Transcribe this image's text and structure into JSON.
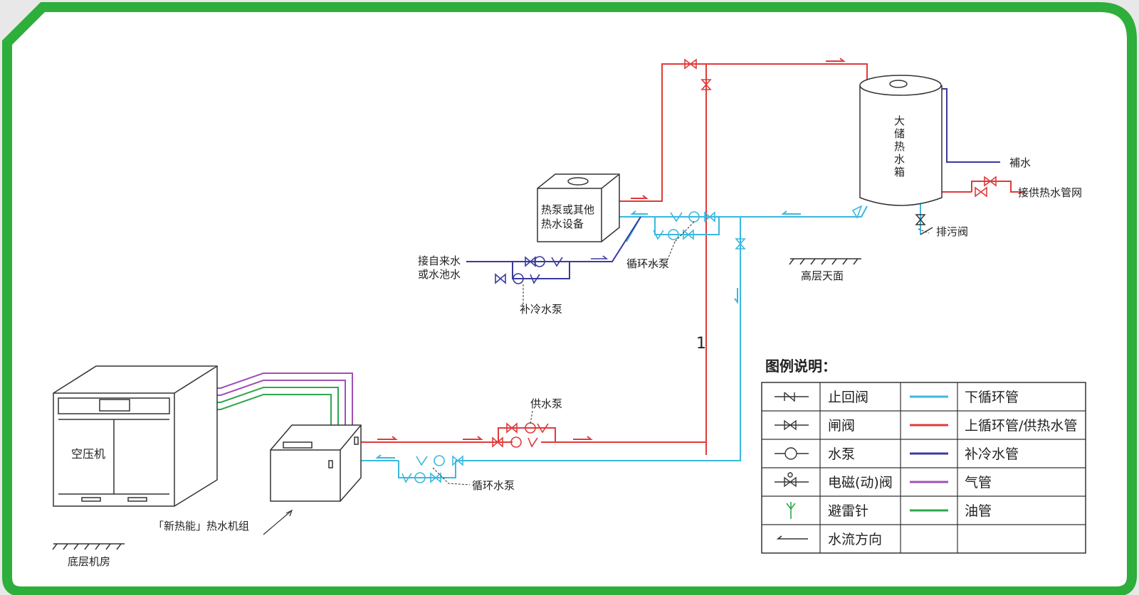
{
  "labels": {
    "heat_source": [
      "热泵或其他",
      "热水设备"
    ],
    "tank": [
      "大",
      "储",
      "热",
      "水",
      "箱"
    ],
    "tap_water": [
      "接自来水",
      "或水池水"
    ],
    "circ_pump_upper": "循环水泵",
    "makeup_pump": "补冷水泵",
    "roof": "高层天面",
    "refill": "補水",
    "supply_net": "接供热水管网",
    "drain_valve": "排污阀",
    "compressor": "空压机",
    "supply_pump": "供水泵",
    "circ_pump_lower": "循环水泵",
    "unit_name": "「新热能」热水机组",
    "basement": "底层机房",
    "water_dir_up": "1"
  },
  "legend": {
    "title": "图例说明：",
    "rows": [
      {
        "symbol_icon": "check-valve-icon",
        "label": "止回阀",
        "line_color": "#3ab8e0",
        "line_label": "下循环管"
      },
      {
        "symbol_icon": "gate-valve-icon",
        "label": "闸阀",
        "line_color": "#e03a3a",
        "line_label": "上循环管/供热水管"
      },
      {
        "symbol_icon": "pump-icon",
        "label": "水泵",
        "line_color": "#3a3a9e",
        "line_label": "补冷水管"
      },
      {
        "symbol_icon": "solenoid-valve-icon",
        "label": "电磁(动)阀",
        "line_color": "#a050b8",
        "line_label": "气管"
      },
      {
        "symbol_icon": "lightning-rod-icon",
        "label": "避雷针",
        "line_color": "#2ea84e",
        "line_label": "油管"
      },
      {
        "symbol_icon": "flow-direction-icon",
        "label": "水流方向",
        "line_color": "",
        "line_label": ""
      }
    ]
  },
  "colors": {
    "frame": "#2eae3a",
    "red": "#e03a3a",
    "blue": "#3ab8e0",
    "navy": "#3a3a9e",
    "purple": "#a050b8",
    "green": "#2ea84e"
  }
}
